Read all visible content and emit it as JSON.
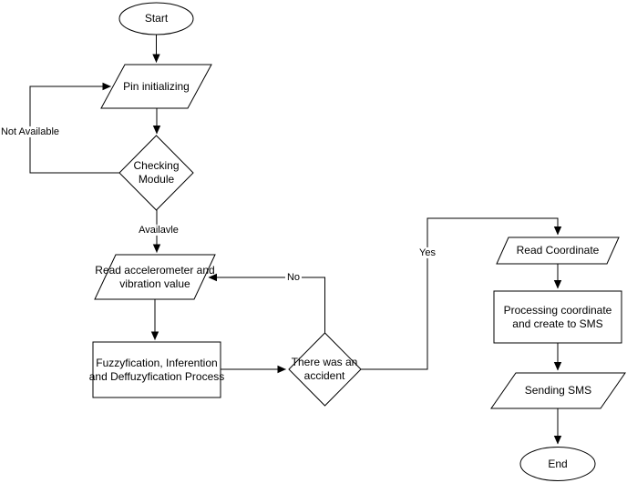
{
  "diagram": {
    "type": "flowchart",
    "colors": {
      "background": "#ffffff",
      "shape_fill": "#ffffff",
      "stroke": "#000000",
      "text": "#000000"
    },
    "nodes": {
      "start": {
        "type": "terminator",
        "label": "Start"
      },
      "pin_initializing": {
        "type": "input-output",
        "label": "Pin initializing"
      },
      "checking_module": {
        "type": "decision",
        "label": "Checking Module"
      },
      "read_accelerometer": {
        "type": "input-output",
        "label": "Read accelerometer and vibration value"
      },
      "fuzzyfication": {
        "type": "process",
        "label": "Fuzzyfication, Inferention and Deffuzyfication Process"
      },
      "accident_decision": {
        "type": "decision",
        "label": "There was an accident"
      },
      "read_coordinate": {
        "type": "input-output",
        "label": "Read Coordinate"
      },
      "processing_coordinate": {
        "type": "process",
        "label": "Processing coordinate and create to SMS"
      },
      "sending_sms": {
        "type": "input-output",
        "label": "Sending SMS"
      },
      "end": {
        "type": "terminator",
        "label": "End"
      }
    },
    "edge_labels": {
      "not_available": "Not Available",
      "available": "Availavle",
      "no": "No",
      "yes": "Yes"
    }
  }
}
